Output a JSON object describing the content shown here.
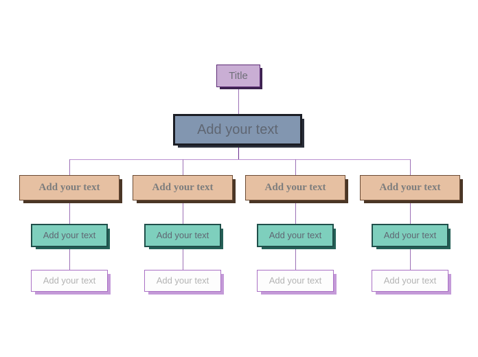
{
  "diagram": {
    "type": "organizational-tree-chart",
    "background_color": "#ffffff",
    "levels": [
      {
        "name": "title-level",
        "nodes": [
          {
            "label": "Title"
          }
        ]
      },
      {
        "name": "main-level",
        "nodes": [
          {
            "label": "Add your text"
          }
        ]
      },
      {
        "name": "department-level",
        "nodes": [
          {
            "label": "Add your text"
          },
          {
            "label": "Add your text"
          },
          {
            "label": "Add your text"
          },
          {
            "label": "Add your text"
          }
        ]
      },
      {
        "name": "team-level",
        "nodes": [
          {
            "label": "Add your text"
          },
          {
            "label": "Add your text"
          },
          {
            "label": "Add your text"
          },
          {
            "label": "Add your text"
          }
        ]
      },
      {
        "name": "detail-level",
        "nodes": [
          {
            "label": "Add your text"
          },
          {
            "label": "Add your text"
          },
          {
            "label": "Add your text"
          },
          {
            "label": "Add your text"
          }
        ]
      }
    ],
    "colors": {
      "title_fill": "#c9aed4",
      "title_border": "#5b2a74",
      "main_fill": "#8296b0",
      "main_border": "#1b1d24",
      "department_fill": "#e6c0a2",
      "department_border": "#6a4a33",
      "team_fill": "#7ecfbd",
      "team_border": "#1f4f4a",
      "detail_fill": "#fdfdfd",
      "detail_border": "#a96fc4",
      "connector": "#b98fd0",
      "connector_dark": "#6a2d8f",
      "text_grey": "#6f6f78"
    }
  }
}
